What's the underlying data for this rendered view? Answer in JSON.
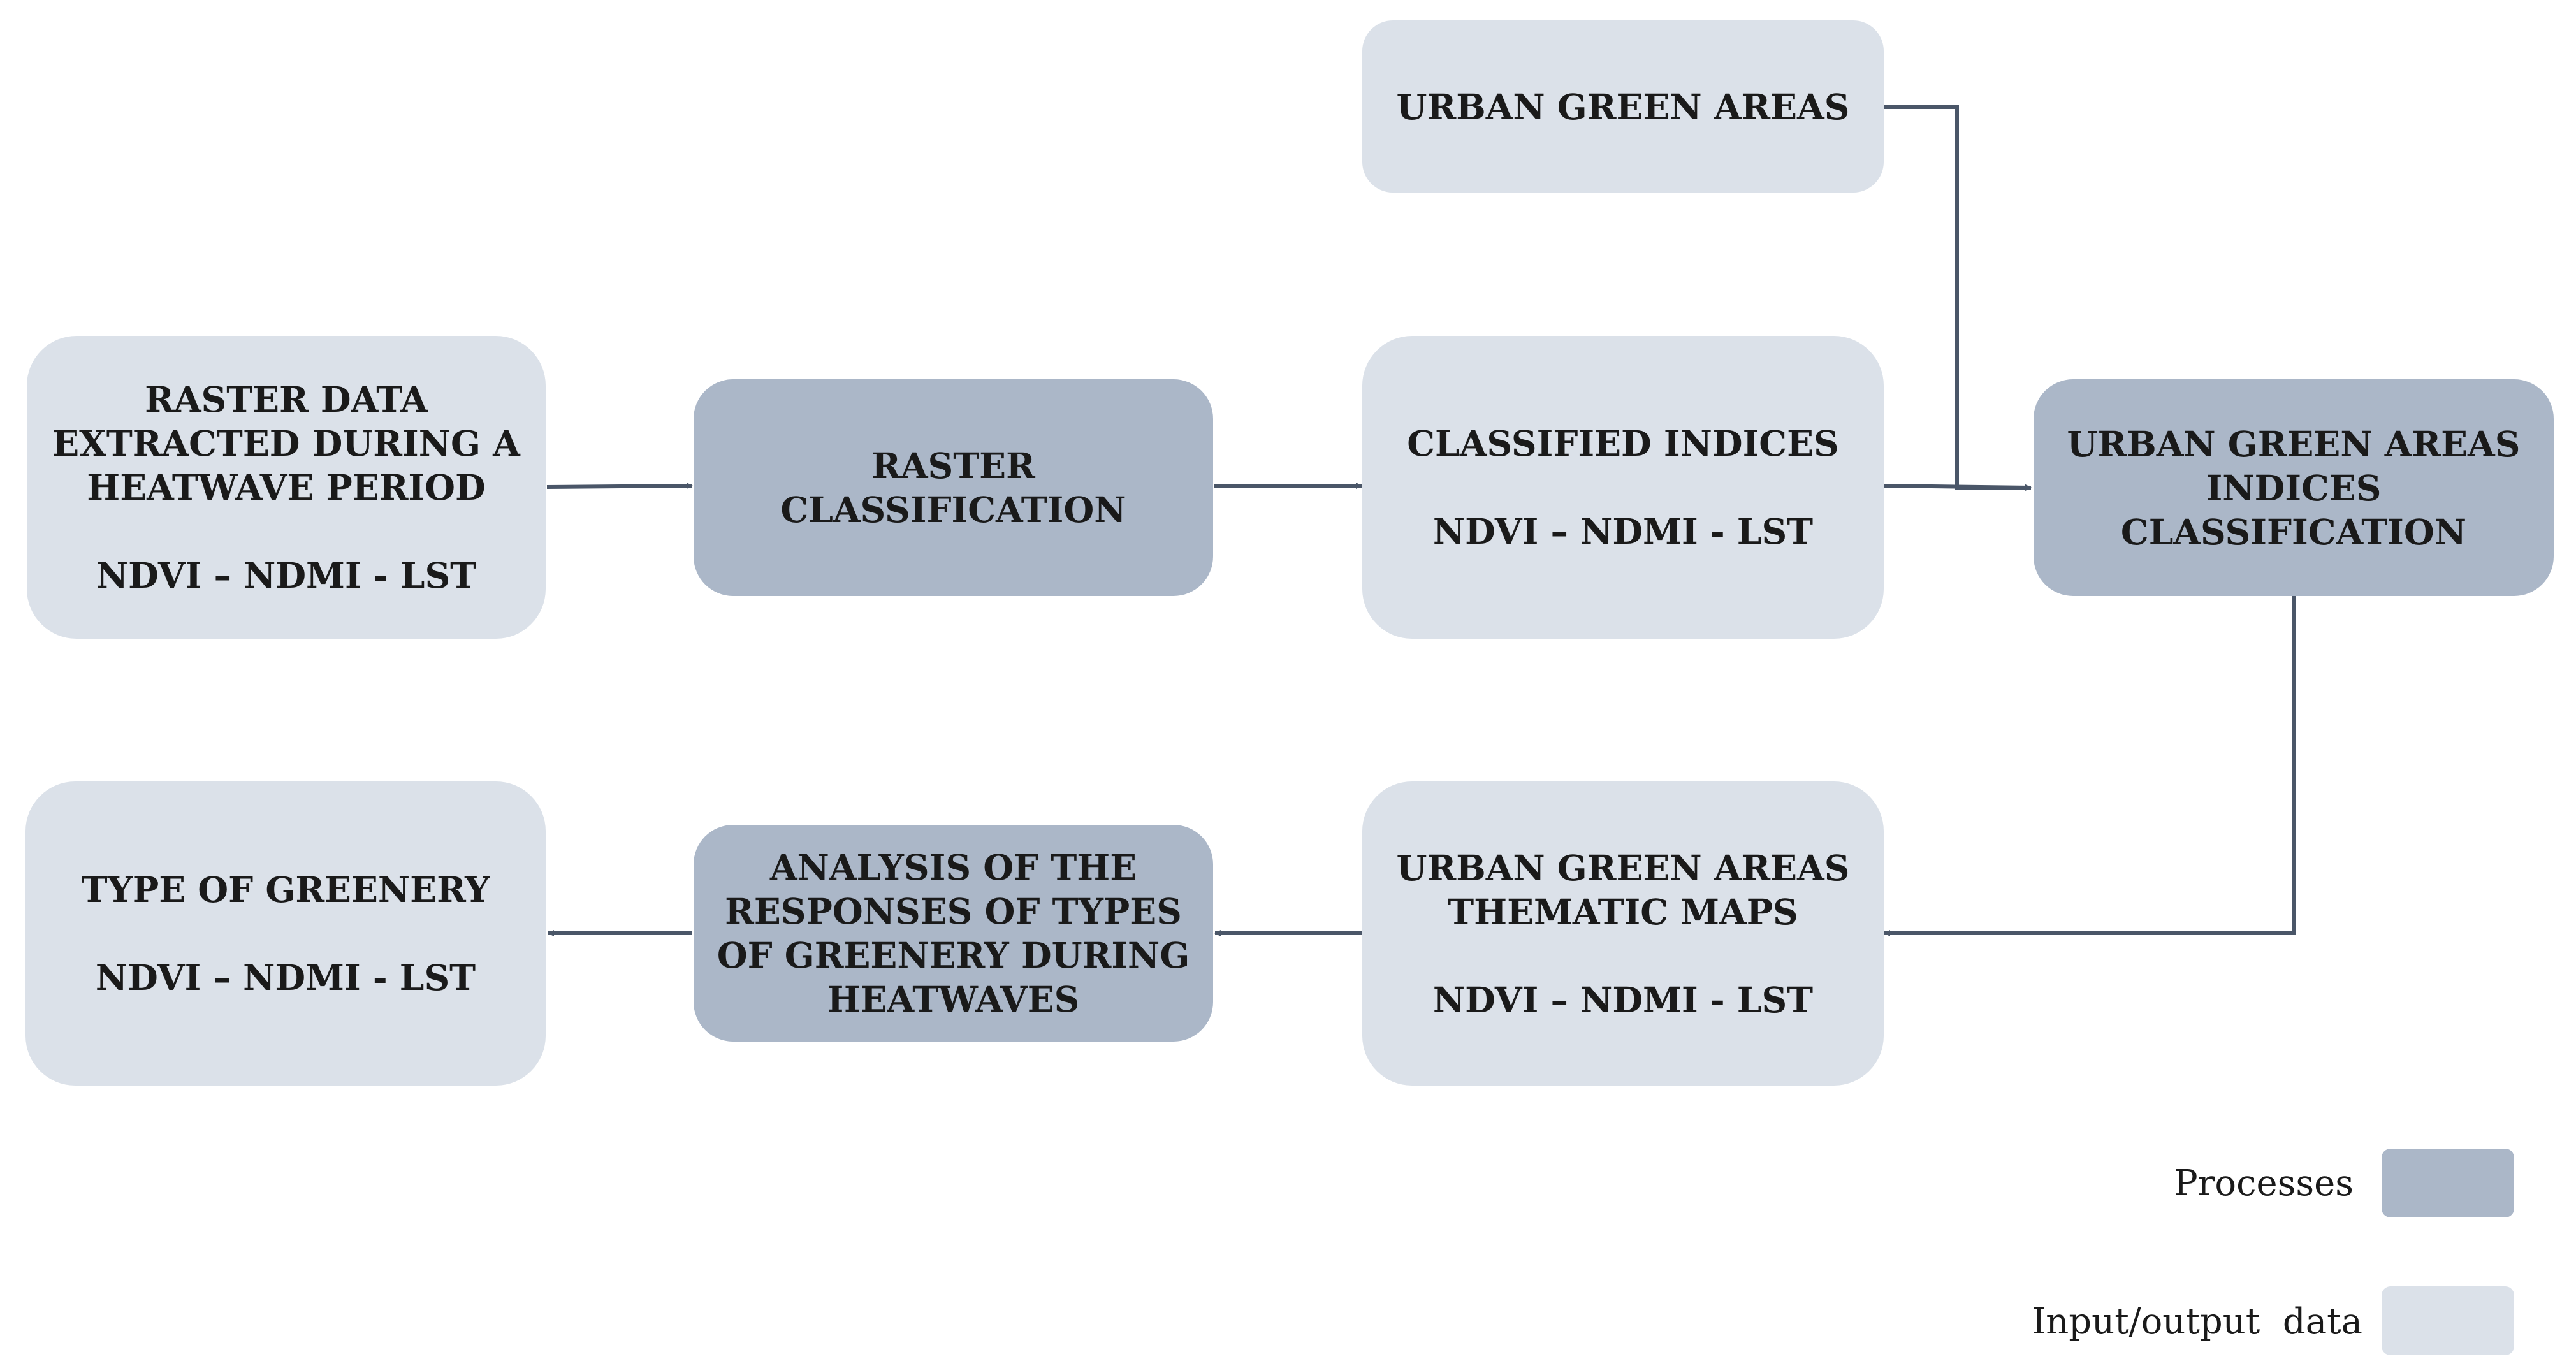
{
  "colors": {
    "process_fill": "#abb7c8",
    "io_fill": "#dbe1e9",
    "arrow": "#4a5668",
    "text": "#1a1a1a"
  },
  "nodes": {
    "urban_green_areas": {
      "lines": [
        "URBAN GREEN AREAS"
      ]
    },
    "raster_data": {
      "lines": [
        "RASTER DATA",
        "EXTRACTED DURING A",
        "HEATWAVE PERIOD"
      ],
      "indices": "NDVI – NDMI - LST"
    },
    "raster_classification": {
      "lines": [
        "RASTER",
        "CLASSIFICATION"
      ]
    },
    "classified_indices": {
      "lines": [
        "CLASSIFIED INDICES"
      ],
      "indices": "NDVI – NDMI - LST"
    },
    "uga_indices_classification": {
      "lines": [
        "URBAN GREEN AREAS",
        "INDICES",
        "CLASSIFICATION"
      ]
    },
    "type_of_greenery": {
      "lines": [
        "TYPE OF GREENERY"
      ],
      "indices": "NDVI – NDMI - LST"
    },
    "analysis_responses": {
      "lines": [
        "ANALYSIS OF THE",
        "RESPONSES OF TYPES",
        "OF GREENERY DURING",
        "HEATWAVES"
      ]
    },
    "uga_thematic_maps": {
      "lines": [
        "URBAN GREEN AREAS",
        "THEMATIC MAPS"
      ],
      "indices": "NDVI – NDMI - LST"
    }
  },
  "legend": {
    "processes_label": "Processes",
    "io_label": "Input/output  data"
  }
}
